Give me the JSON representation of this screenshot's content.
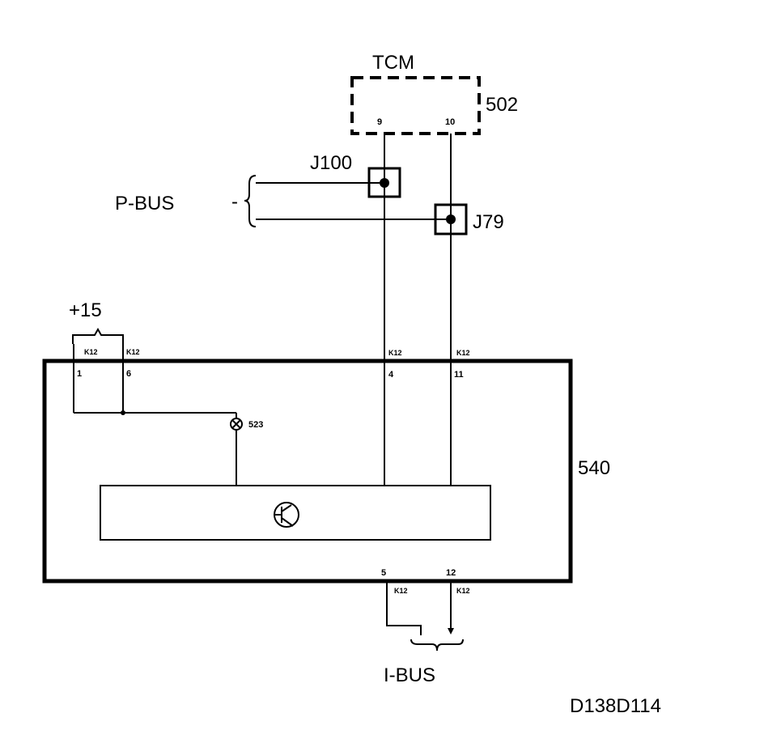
{
  "tcm": {
    "label": "TCM",
    "id": "502",
    "pin_a": "9",
    "pin_b": "10"
  },
  "pbus": {
    "label": "P-BUS",
    "dash": "-",
    "junction_a": "J100",
    "junction_b": "J79"
  },
  "supply": {
    "label": "+15"
  },
  "module": {
    "id": "540",
    "connector": "K12",
    "top_pins": [
      "1",
      "6",
      "4",
      "11"
    ],
    "bottom_pins": [
      "5",
      "12"
    ],
    "lamp_id": "523"
  },
  "ibus": {
    "label": "I-BUS"
  },
  "diagram_code": "D138D114"
}
